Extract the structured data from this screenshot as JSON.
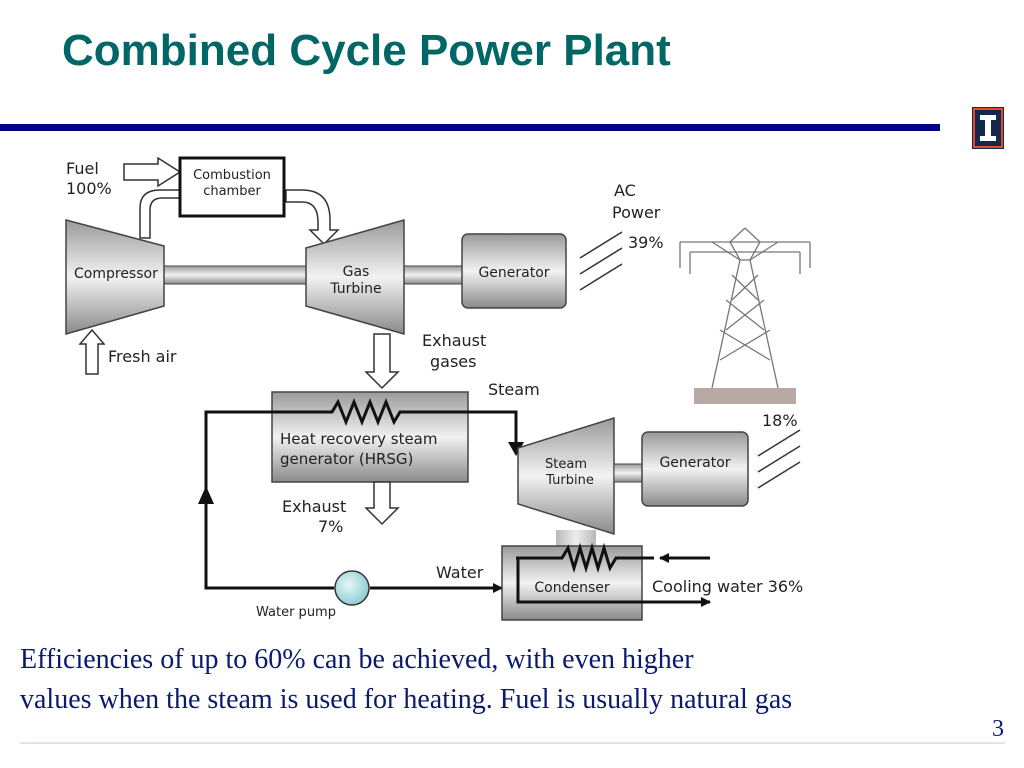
{
  "slide": {
    "title": "Combined Cycle Power Plant",
    "page_number": "3",
    "colors": {
      "title": "#006666",
      "rule": "#000080",
      "body_text": "#0a1a6e"
    },
    "logo_icon": "university-block-i-icon"
  },
  "diagram": {
    "labels": {
      "fuel": "Fuel",
      "fuel_pct": "100%",
      "combustion_1": "Combustion",
      "combustion_2": "chamber",
      "compressor": "Compressor",
      "gas_turbine_1": "Gas",
      "gas_turbine_2": "Turbine",
      "generator_1": "Generator",
      "ac_power_1": "AC",
      "ac_power_2": "Power",
      "ac_pct": "39%",
      "fresh_air": "Fresh air",
      "exhaust_gases_1": "Exhaust",
      "exhaust_gases_2": "gases",
      "steam": "Steam",
      "hrsg_1": "Heat recovery steam",
      "hrsg_2": "generator (HRSG)",
      "steam_turbine_1": "Steam",
      "steam_turbine_2": "Turbine",
      "generator_2": "Generator",
      "steam_pct": "18%",
      "exhaust_1": "Exhaust",
      "exhaust_pct": "7%",
      "water": "Water",
      "condenser": "Condenser",
      "cooling_water": "Cooling water 36%",
      "water_pump": "Water pump"
    }
  },
  "caption": {
    "line1": "Efficiencies of up to 60% can be achieved, with even higher",
    "line2": "values when the steam is used for heating.  Fuel is usually natural gas"
  }
}
